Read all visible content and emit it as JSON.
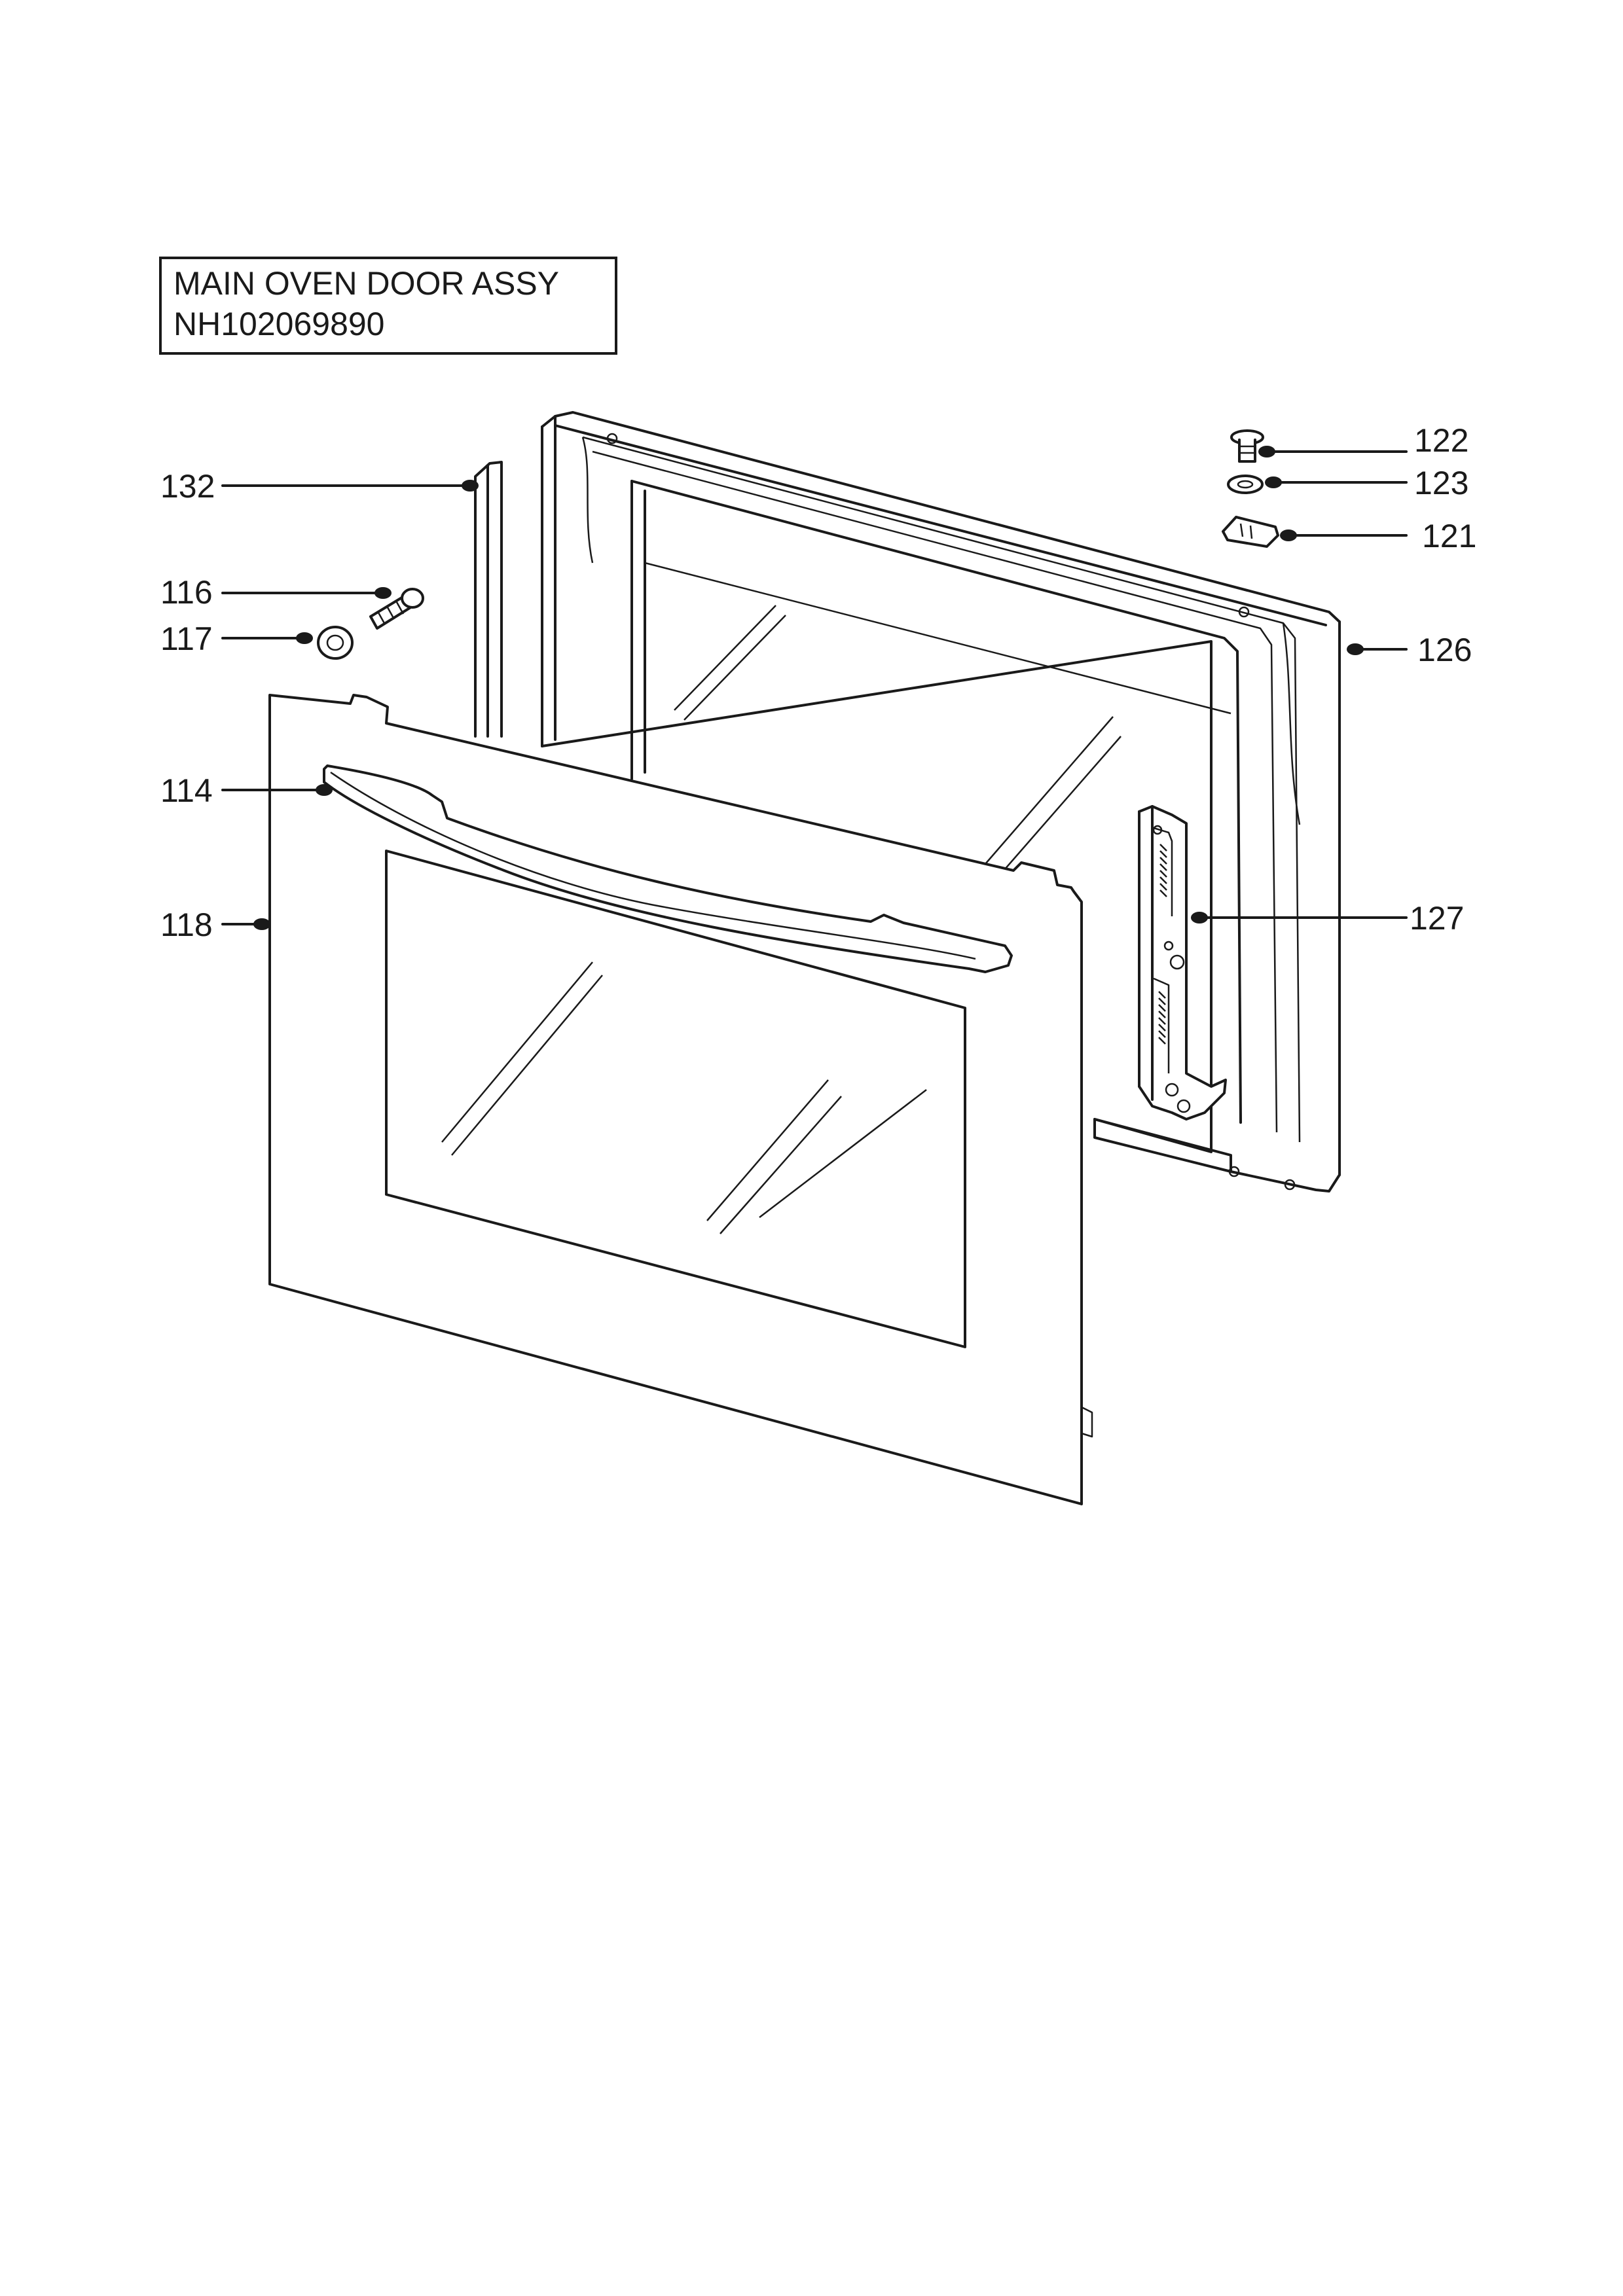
{
  "header": {
    "title": "MAIN OVEN DOOR ASSY",
    "code": "NH102069890"
  },
  "callouts": [
    {
      "id": "132",
      "label": "132"
    },
    {
      "id": "116",
      "label": "116"
    },
    {
      "id": "117",
      "label": "117"
    },
    {
      "id": "114",
      "label": "114"
    },
    {
      "id": "118",
      "label": "118"
    },
    {
      "id": "122",
      "label": "122"
    },
    {
      "id": "123",
      "label": "123"
    },
    {
      "id": "121",
      "label": "121"
    },
    {
      "id": "126",
      "label": "126"
    },
    {
      "id": "127",
      "label": "127"
    }
  ],
  "colors": {
    "line": "#1a1a1a",
    "background": "#ffffff"
  }
}
